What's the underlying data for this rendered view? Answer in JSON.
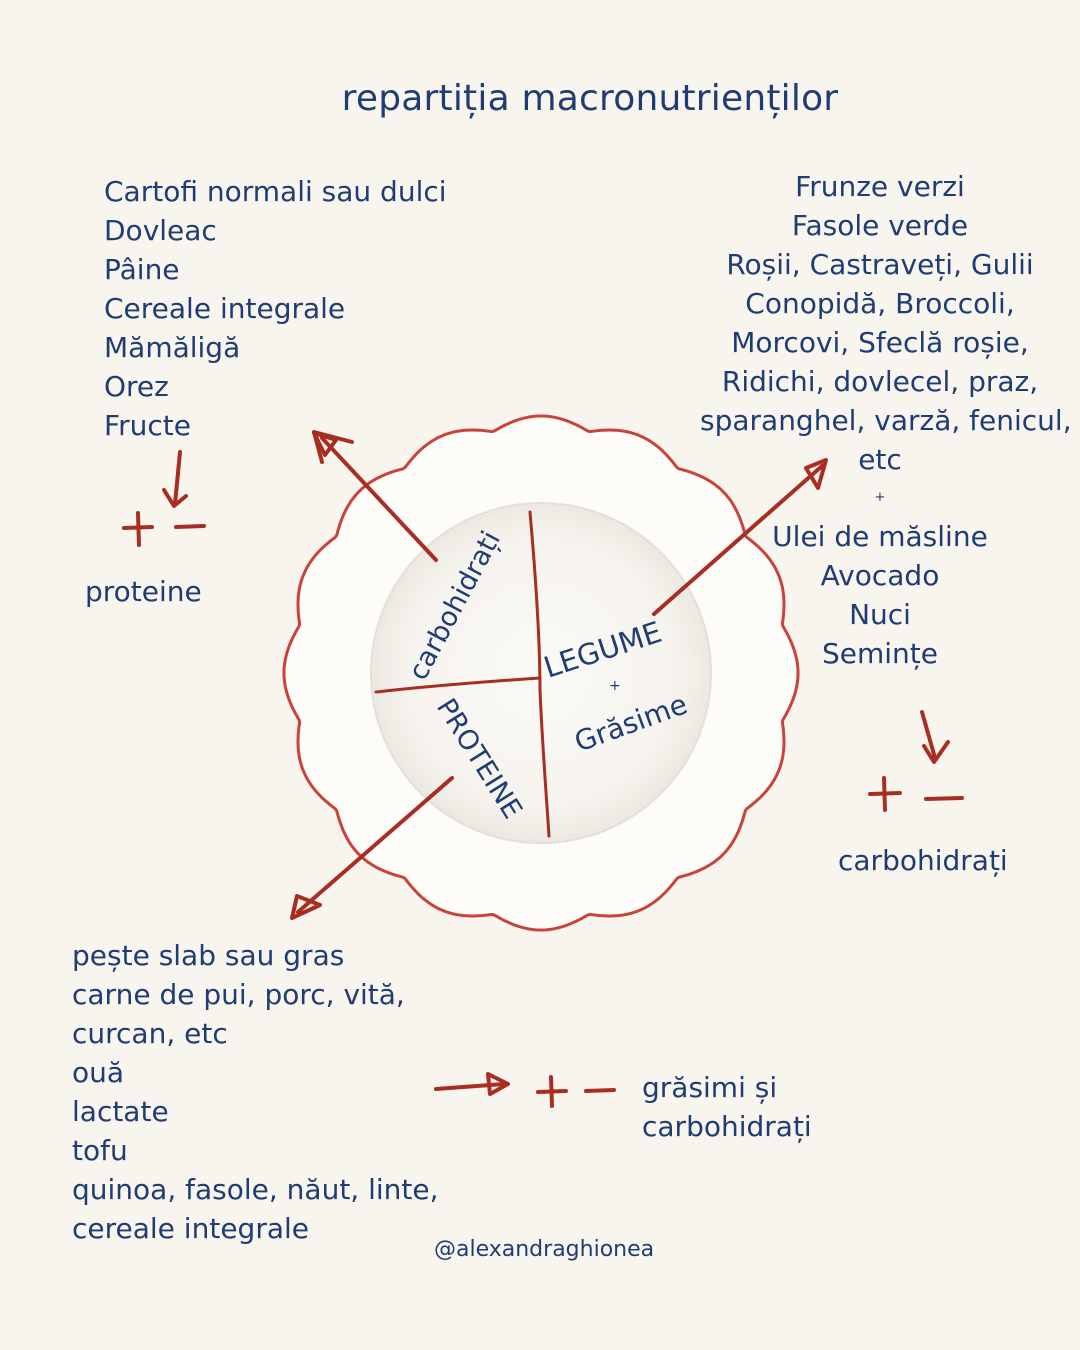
{
  "title": "repartiția macronutrienților",
  "carbs_list": [
    "Cartofi normali sau dulci",
    "Dovleac",
    "Pâine",
    "Cereale integrale",
    "Mămăligă",
    "Orez",
    "Fructe"
  ],
  "veg_list": [
    "Frunze verzi",
    "Fasole verde",
    "Roșii, Castraveți, Gulii",
    "Conopidă, Broccoli,",
    "Morcovi, Sfeclă roșie,",
    "Ridichi, dovlecel, praz,",
    "sparanghel, varză, fenicul,",
    "etc"
  ],
  "fats_list": [
    "Ulei de măsline",
    "Avocado",
    "Nuci",
    "Semințe"
  ],
  "protein_list": [
    "pește slab sau gras",
    "carne de pui, porc, vită,",
    "curcan, etc",
    "ouă",
    "lactate",
    "tofu",
    "quinoa, fasole, năut, linte,",
    "cereale integrale"
  ],
  "plus_sign": "+",
  "plate": {
    "carbs_label": "carbohidrați",
    "veg_label": "LEGUME",
    "plus": "+",
    "fat_label": "Grăsime",
    "protein_label": "PROTEINE"
  },
  "notes": {
    "carbs_pair": "proteine",
    "veg_pair": "carbohidrați",
    "protein_pair_line1": "grăsimi și",
    "protein_pair_line2": "carbohidrați"
  },
  "handle": "@alexandraghionea",
  "colors": {
    "text": "#1f3d73",
    "ink_red": "#a82e22",
    "plate_rim": "#c8443a",
    "background": "#f8f5ef"
  }
}
